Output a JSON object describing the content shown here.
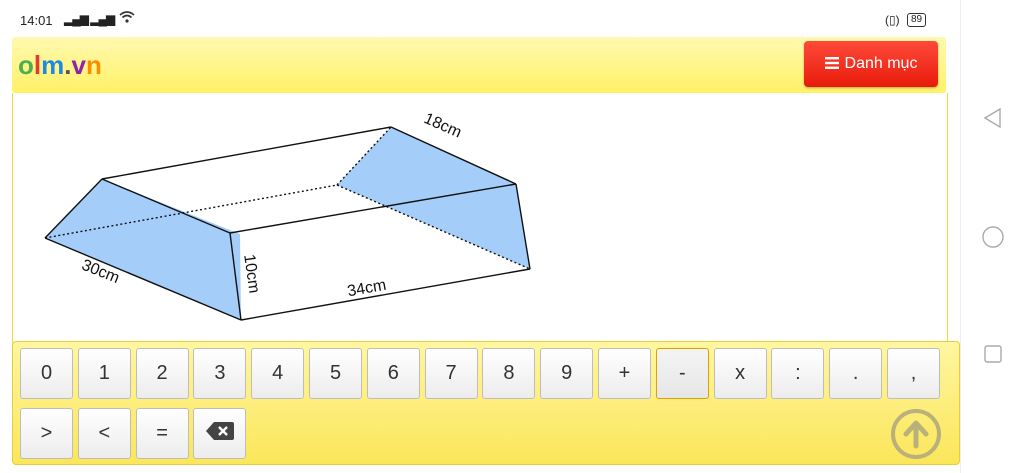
{
  "status": {
    "time": "14:01",
    "signal": "▂▄▆ ▂▄▆",
    "battery": "89"
  },
  "header": {
    "logo": [
      "o",
      "l",
      "m",
      ".",
      "v",
      "n"
    ],
    "logo_colors": [
      "#4caf50",
      "#e53935",
      "#1e88e5",
      "#555555",
      "#8e24aa",
      "#fb8c00"
    ],
    "menu_label": "Danh mục"
  },
  "figure": {
    "label_top": "18cm",
    "label_left": "30cm",
    "label_height": "10cm",
    "label_bottom": "34cm",
    "face_color": "#a4cdfa"
  },
  "keypad": {
    "row1": [
      "0",
      "1",
      "2",
      "3",
      "4",
      "5",
      "6",
      "7",
      "8",
      "9",
      "+",
      "-",
      "x",
      ":",
      ".",
      ","
    ],
    "row2": [
      ">",
      "<",
      "="
    ],
    "backspace": "backspace-icon",
    "submit": "arrow-up-circle-icon"
  }
}
